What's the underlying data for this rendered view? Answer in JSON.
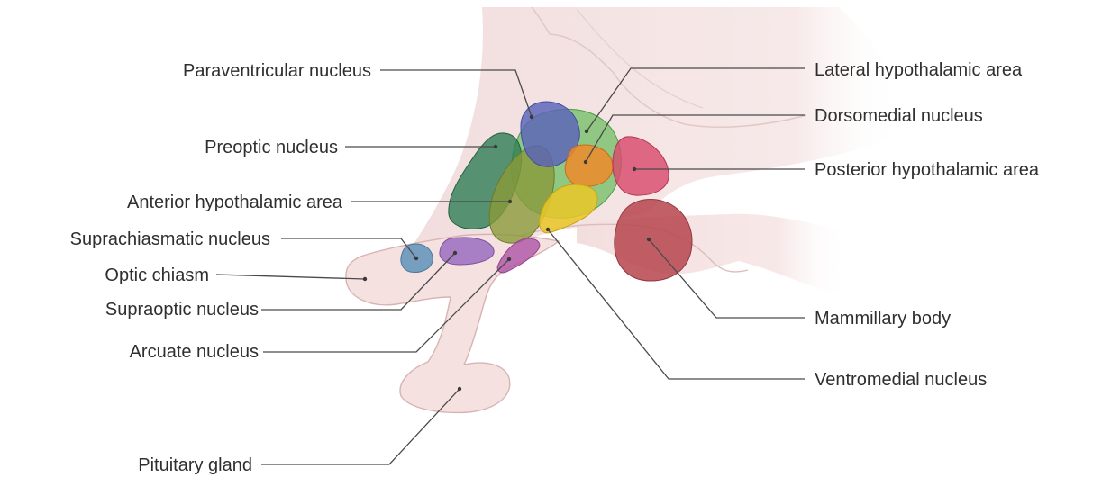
{
  "labels": {
    "paraventricular": "Paraventricular nucleus",
    "preoptic": "Preoptic nucleus",
    "anterior_hypothalamic": "Anterior hypothalamic area",
    "suprachiasmatic": "Suprachiasmatic nucleus",
    "optic_chiasm": "Optic chiasm",
    "supraoptic": "Supraoptic nucleus",
    "arcuate": "Arcuate nucleus",
    "pituitary": "Pituitary gland",
    "lateral_hypothalamic": "Lateral hypothalamic area",
    "dorsomedial": "Dorsomedial nucleus",
    "posterior_hypothalamic": "Posterior hypothalamic area",
    "mammillary": "Mammillary body",
    "ventromedial": "Ventromedial nucleus"
  },
  "colors": {
    "brain_tissue": "#f6e4e4",
    "brain_tissue_dark": "#efd6d6",
    "outline": "#d9b9b9",
    "paraventricular": "#6f6fc8",
    "preoptic": "#2e7d55",
    "anterior_hypothalamic": "#8a9a3a",
    "lateral_hypothalamic": "#6dbf63",
    "dorsomedial": "#f08a2c",
    "posterior_hypothalamic": "#d94a6c",
    "mammillary": "#b84a52",
    "ventromedial": "#e8c62a",
    "suprachiasmatic": "#5f93b8",
    "supraoptic": "#9a6cc0",
    "arcuate": "#b25aa8",
    "leader_line": "#4a4a4a"
  }
}
